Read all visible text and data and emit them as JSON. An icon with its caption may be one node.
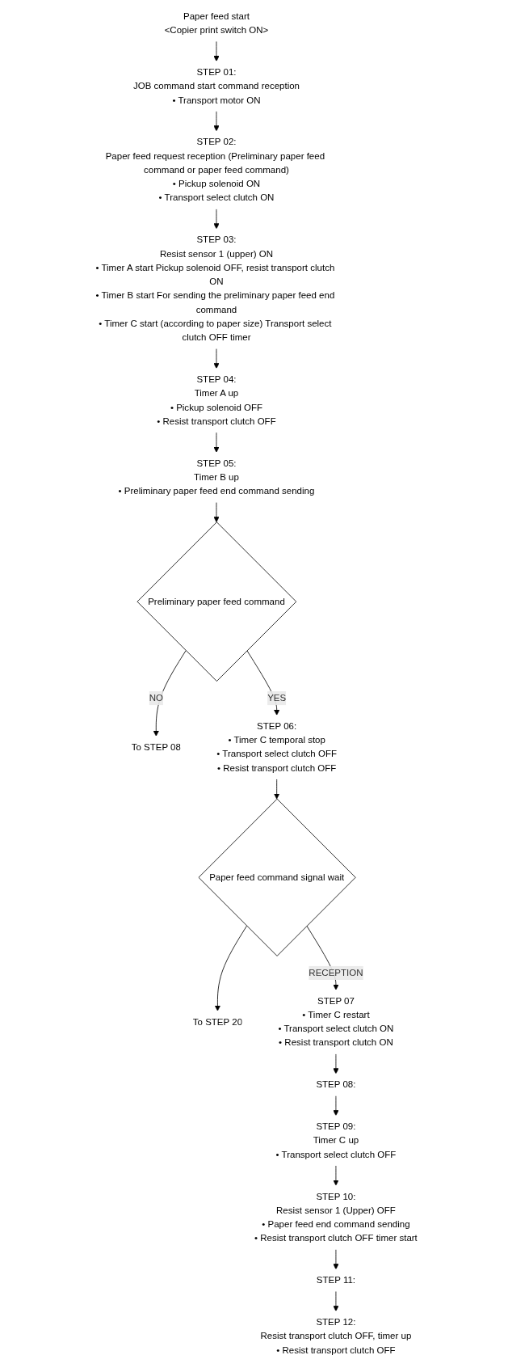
{
  "diagram": {
    "nodes": [
      {
        "text": [
          "Paper feed start",
          "<Copier print switch ON>"
        ]
      },
      {
        "text": [
          "STEP 01:",
          "JOB command start command reception",
          "• Transport motor ON"
        ]
      },
      {
        "text": [
          "STEP 02:",
          "Paper feed request reception (Preliminary paper feed command or paper feed command)",
          "• Pickup solenoid ON",
          "• Transport select clutch ON"
        ]
      },
      {
        "text": [
          "STEP 03:",
          "Resist sensor 1 (upper) ON",
          "• Timer A start Pickup solenoid OFF, resist transport clutch ON",
          "• Timer B start For sending the preliminary paper feed end command",
          "• Timer C start (according to paper size) Transport select clutch OFF timer"
        ]
      },
      {
        "text": [
          "STEP 04:",
          "Timer A up",
          "• Pickup solenoid OFF",
          "• Resist transport clutch OFF"
        ]
      },
      {
        "text": [
          "STEP 05:",
          "Timer B up",
          "• Preliminary paper feed end command sending"
        ]
      },
      {
        "text": [
          "Preliminary paper feed command"
        ]
      },
      {
        "text": [
          "To STEP 08"
        ]
      },
      {
        "text": [
          "STEP 06:",
          "• Timer C temporal stop",
          "• Transport select clutch OFF",
          "• Resist transport clutch OFF"
        ]
      },
      {
        "text": [
          "Paper feed command signal wait"
        ]
      },
      {
        "text": [
          "To STEP 20"
        ]
      },
      {
        "text": [
          "STEP 07",
          "• Timer C restart",
          "• Transport select clutch ON",
          "• Resist transport clutch ON"
        ]
      },
      {
        "text": [
          "STEP 08:"
        ]
      },
      {
        "text": [
          "STEP 09:",
          "Timer C up",
          "• Transport select clutch OFF"
        ]
      },
      {
        "text": [
          "STEP 10:",
          "Resist sensor 1 (Upper) OFF",
          "• Paper feed end command sending",
          "• Resist transport clutch OFF timer start"
        ]
      },
      {
        "text": [
          "STEP 11:"
        ]
      },
      {
        "text": [
          "STEP 12:",
          "Resist transport clutch OFF, timer up",
          "• Resist transport clutch OFF"
        ]
      }
    ],
    "edges": [
      {
        "from": 0,
        "to": 1,
        "arrow": "to"
      },
      {
        "from": 1,
        "to": 2,
        "arrow": "to"
      },
      {
        "from": 2,
        "to": 3,
        "arrow": "to"
      },
      {
        "from": 3,
        "to": 4,
        "arrow": "to"
      },
      {
        "from": 4,
        "to": 5,
        "arrow": "to"
      },
      {
        "from": 5,
        "to": 6,
        "arrow": "to"
      },
      {
        "from": 6,
        "to": 7,
        "arrow": "to",
        "label": "NO"
      },
      {
        "from": 6,
        "to": 8,
        "arrow": "to",
        "label": "YES"
      },
      {
        "from": 8,
        "to": 9,
        "arrow": "to"
      },
      {
        "from": 9,
        "to": 11,
        "arrow": "to",
        "label": "RECEPTION"
      },
      {
        "from": 9,
        "to": 10,
        "arrow": "to"
      },
      {
        "from": 11,
        "to": 12,
        "arrow": "to"
      },
      {
        "from": 12,
        "to": 13,
        "arrow": "to"
      },
      {
        "from": 13,
        "to": 14,
        "arrow": "to"
      },
      {
        "from": 14,
        "to": 15,
        "arrow": "to"
      },
      {
        "from": 15,
        "to": 16,
        "arrow": "to"
      }
    ]
  }
}
